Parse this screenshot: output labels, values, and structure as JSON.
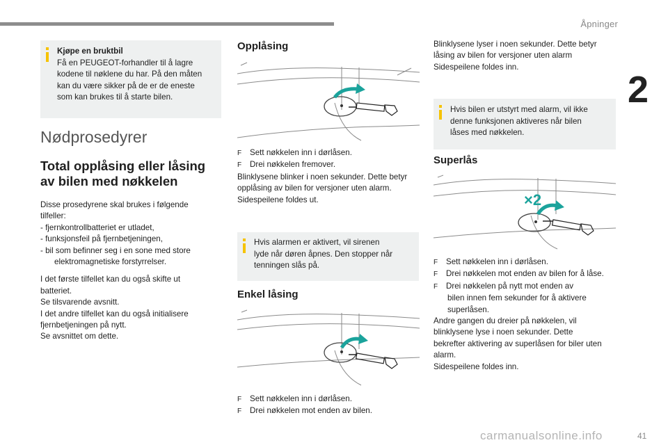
{
  "header": {
    "section": "Åpninger",
    "chapter": "2"
  },
  "footer": {
    "page_number": "41",
    "watermark": "carmanualsonline.info"
  },
  "col1": {
    "info": {
      "title": "Kjøpe en bruktbil",
      "lines": [
        "Få en PEUGEOT-forhandler til å lagre",
        "kodene til nøklene du har. På den måten",
        "kan du være sikker på de er de eneste",
        "som kan brukes til å starte bilen."
      ]
    },
    "section_title": "Nødprosedyrer",
    "subtitle_lines": [
      "Total opplåsing eller låsing",
      "av bilen med nøkkelen"
    ],
    "para1": [
      "Disse prosedyrene skal brukes i følgende",
      "tilfeller:",
      "-  fjernkontrollbatteriet er utladet,",
      "-  funksjonsfeil på fjernbetjeningen,",
      "-  bil som befinner seg i en sone med store"
    ],
    "para1_indent": "elektromagnetiske forstyrrelser.",
    "para2": [
      "I det første tilfellet kan du også skifte ut",
      "batteriet.",
      "Se tilsvarende avsnitt.",
      "I det andre tilfellet kan du også initialisere",
      "fjernbetjeningen på nytt.",
      "Se avsnittet om dette."
    ]
  },
  "col2": {
    "unlock_title": "Opplåsing",
    "unlock_steps": [
      "Sett nøkkelen inn i dørlåsen.",
      "Drei nøkkelen fremover."
    ],
    "unlock_text": [
      "Blinklysene blinker i noen sekunder. Dette betyr",
      "opplåsing av bilen for versjoner uten alarm.",
      "Sidespeilene foldes ut."
    ],
    "alarm_info": [
      "Hvis alarmen er aktivert, vil sirenen",
      "lyde når døren åpnes. Den stopper når",
      "tenningen slås på."
    ],
    "lock_title": "Enkel låsing",
    "lock_steps": [
      "Sett nøkkelen inn i dørlåsen.",
      "Drei nøkkelen mot enden av bilen."
    ]
  },
  "col3": {
    "lock_text": [
      "Blinklysene lyser i noen sekunder. Dette betyr",
      "låsing av bilen for versjoner uten alarm",
      "Sidespeilene foldes inn."
    ],
    "alarm_info": [
      "Hvis bilen er utstyrt med alarm, vil ikke",
      "denne funksjonen aktiveres når bilen",
      "låses med nøkkelen."
    ],
    "superlock_title": "Superlås",
    "multiplier": "×2",
    "superlock_steps": [
      "Sett nøkkelen inn i dørlåsen.",
      "Drei nøkkelen mot enden av bilen for å låse.",
      "Drei nøkkelen på nytt mot enden av"
    ],
    "superlock_step3_cont": [
      "bilen innen fem sekunder for å aktivere",
      "superlåsen."
    ],
    "superlock_text": [
      "Andre gangen du dreier på nøkkelen, vil",
      "blinklysene lyse i noen sekunder. Dette",
      "bekrefter aktivering av superlåsen for biler uten",
      "alarm.",
      "Sidespeilene foldes inn."
    ]
  },
  "bullet_glyph": "F",
  "colors": {
    "accent": "#f6c300",
    "info_bg": "#eef0f0",
    "arrow": "#1ba39c"
  }
}
